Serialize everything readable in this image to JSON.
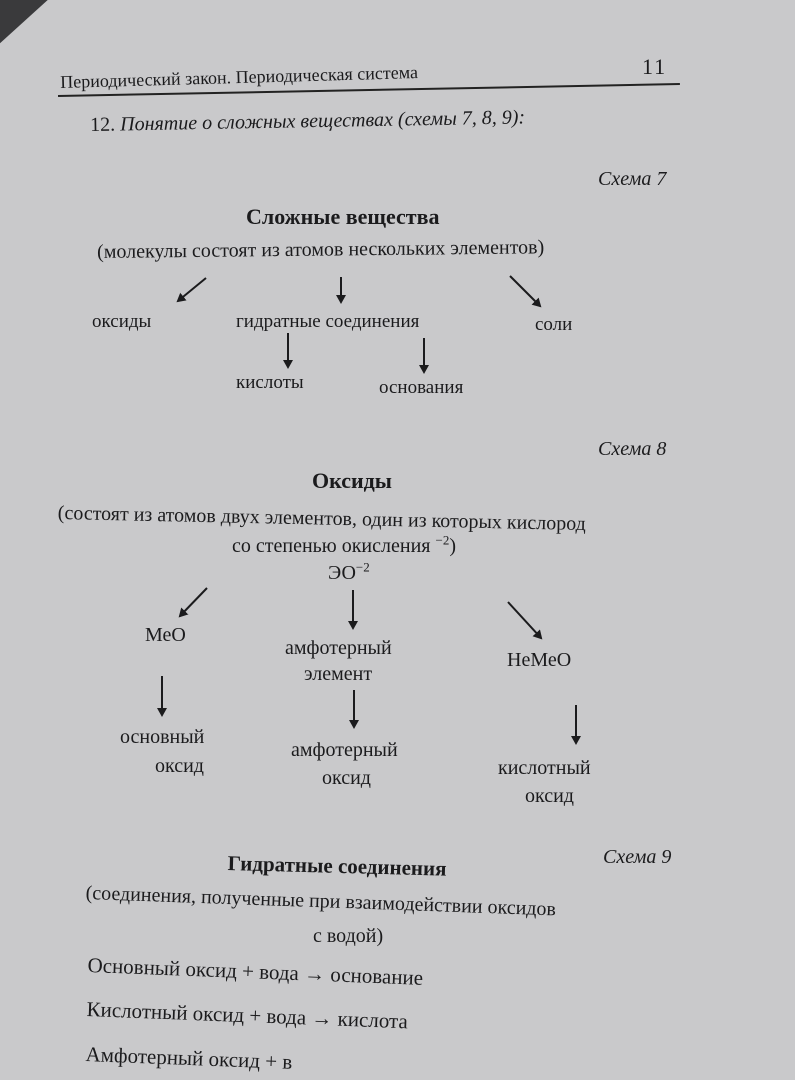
{
  "header": {
    "title": "Периодический закон. Периодическая система",
    "page_number": "11"
  },
  "section": {
    "number": "12.",
    "title": "Понятие о сложных веществах",
    "refs": "(схемы 7, 8, 9):"
  },
  "scheme7": {
    "label": "Схема 7",
    "title": "Сложные вещества",
    "subtitle": "(молекулы состоят из атомов нескольких элементов)",
    "items": {
      "oxides": "оксиды",
      "hydrates": "гидратные соединения",
      "salts": "соли",
      "acids": "кислоты",
      "bases": "основания"
    }
  },
  "scheme8": {
    "label": "Схема 8",
    "title": "Оксиды",
    "subtitle_line1": "(состоят из атомов двух элементов, один из которых кислород",
    "subtitle_line2": "со степенью окисления",
    "subtitle_sup": "−2",
    "subtitle_close": ")",
    "formula": "ЭО",
    "formula_sup": "−2",
    "items": {
      "meo": "МеО",
      "amph_elem_1": "амфотерный",
      "amph_elem_2": "элемент",
      "nemeo": "НеМеО",
      "basic_1": "основный",
      "basic_2": "оксид",
      "amph_oxide_1": "амфотерный",
      "amph_oxide_2": "оксид",
      "acidic_1": "кислотный",
      "acidic_2": "оксид"
    }
  },
  "scheme9": {
    "label": "Схема 9",
    "title": "Гидратные соединения",
    "subtitle_line1": "(соединения, полученные при взаимодействии оксидов",
    "subtitle_line2": "с водой)",
    "reactions": [
      "Основный оксид + вода → основание",
      "Кислотный оксид + вода → кислота",
      "Амфотерный оксид + в"
    ]
  }
}
